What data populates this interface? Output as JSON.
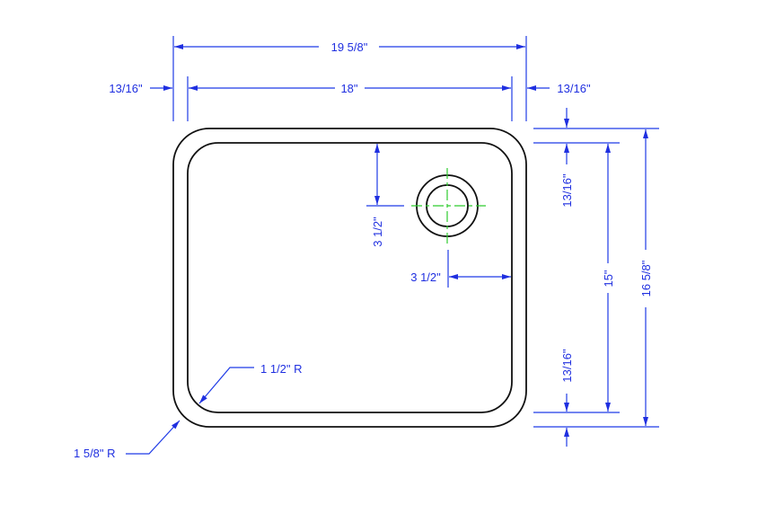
{
  "title": "Undermount sink dimension drawing",
  "colors": {
    "dimension": "#1f2fe0",
    "outline": "#111111",
    "centerline": "#2ecc2e"
  },
  "dimensions": {
    "overall_width": "19 5/8\"",
    "bowl_width": "18\"",
    "left_rim": "13/16\"",
    "right_rim": "13/16\"",
    "top_rim": "13/16\"",
    "bottom_rim": "13/16\"",
    "bowl_depth": "15\"",
    "overall_depth": "16 5/8\"",
    "drain_from_top": "3 1/2\"",
    "drain_from_side": "3 1/2\"",
    "inner_radius": "1 1/2\" R",
    "outer_radius": "1 5/8\" R"
  }
}
